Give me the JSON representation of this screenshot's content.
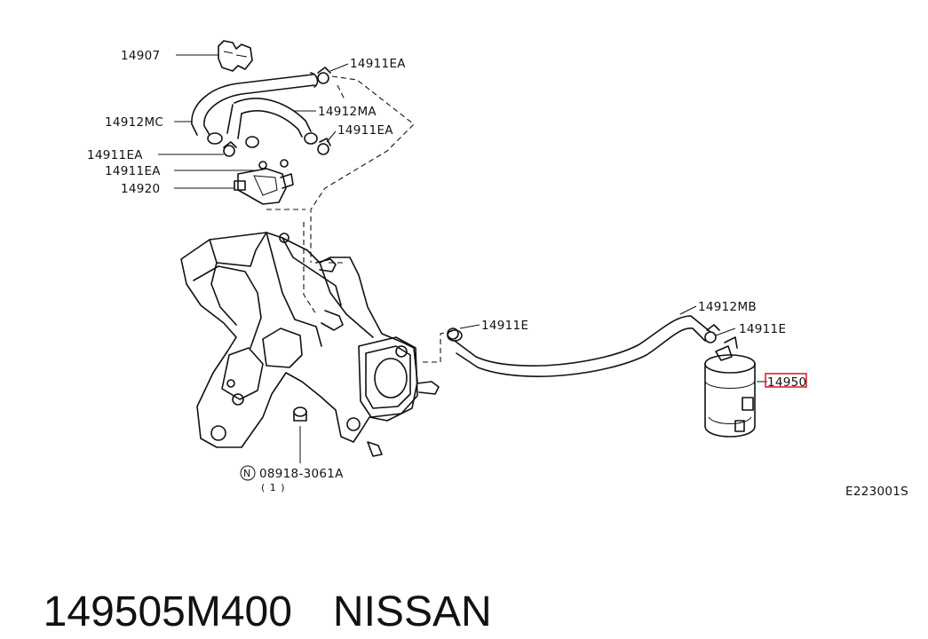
{
  "labels": {
    "l14907": "14907",
    "l14911ea_top": "14911EA",
    "l14912mc": "14912MC",
    "l14912ma": "14912MA",
    "l14911ea_right": "14911EA",
    "l14911ea_left1": "14911EA",
    "l14911ea_left2": "14911EA",
    "l14920": "14920",
    "l14911e_mid": "14911E",
    "l14912mb": "14912MB",
    "l14911e_right": "14911E",
    "l14950": "14950",
    "bolt_code": "08918-3061A",
    "bolt_qty": "( 1 )",
    "bolt_marker": "N",
    "diagram_id": "E223001S"
  },
  "caption": {
    "part_number": "149505M400",
    "brand": "NISSAN"
  },
  "colors": {
    "highlight": "#e0212b",
    "ink": "#111111",
    "background": "#ffffff"
  }
}
